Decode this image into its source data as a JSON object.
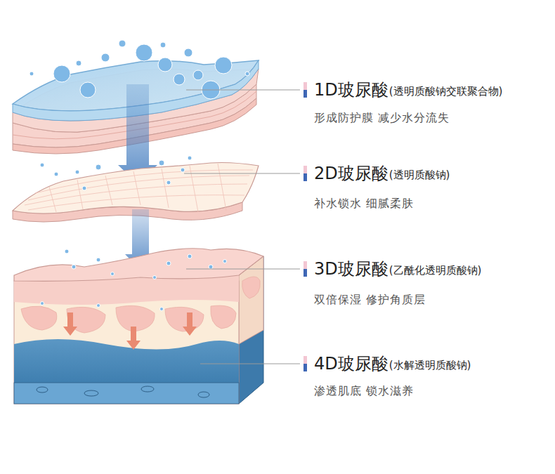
{
  "diagram": {
    "labels": [
      "1D玻尿酸",
      "(透明质酸钠交联聚合物)",
      "形成防护膜 减少水分流失",
      "2D玻尿酸",
      "(透明质酸钠)",
      "补水锁水 细腻柔肤",
      "3D玻尿酸",
      "(乙酰化透明质酸钠)",
      "双倍保湿 修护角质层",
      "4D玻尿酸",
      "(水解透明质酸钠)",
      "渗透肌底 锁水滋养"
    ]
  }
}
